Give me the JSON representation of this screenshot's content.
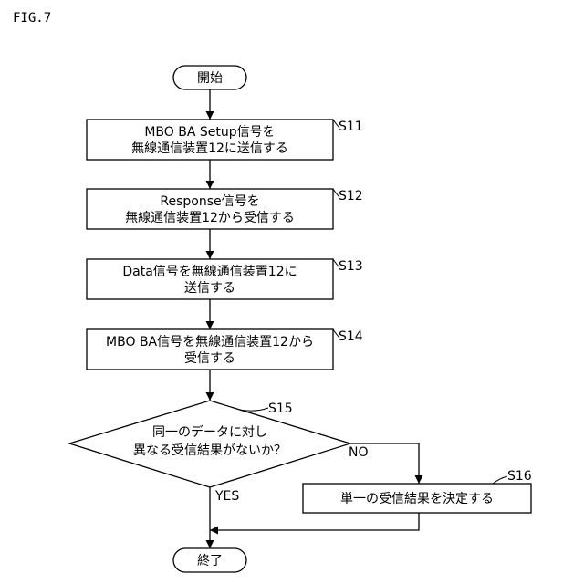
{
  "figure_label": "FIG.7",
  "start": {
    "text": "開始"
  },
  "steps": [
    {
      "label": "S11",
      "lines": [
        "MBO BA Setup信号を",
        "無線通信装置12に送信する"
      ]
    },
    {
      "label": "S12",
      "lines": [
        "Response信号を",
        "無線通信装置12から受信する"
      ]
    },
    {
      "label": "S13",
      "lines": [
        "Data信号を無線通信装置12に",
        "送信する"
      ]
    },
    {
      "label": "S14",
      "lines": [
        "MBO BA信号を無線通信装置12から",
        "受信する"
      ]
    }
  ],
  "decision": {
    "label": "S15",
    "lines": [
      "同一のデータに対し",
      "異なる受信結果がないか？"
    ],
    "yes_label": "YES",
    "no_label": "NO"
  },
  "branch_step": {
    "label": "S16",
    "text": "単一の受信結果を決定する"
  },
  "end": {
    "text": "終了"
  }
}
